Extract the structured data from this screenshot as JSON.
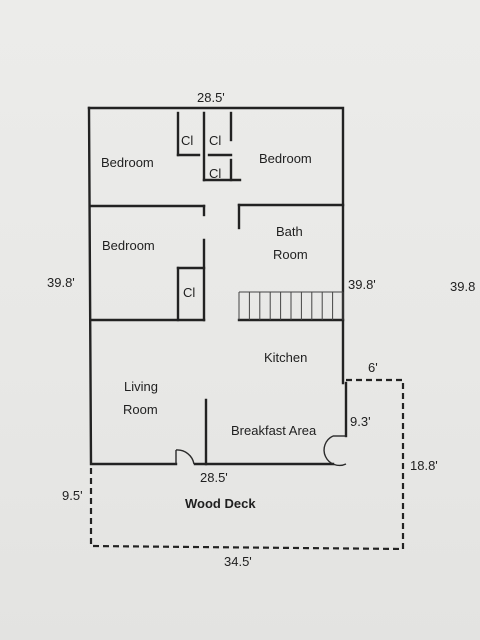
{
  "plan": {
    "rooms": {
      "bedroom_1": "Bedroom",
      "bedroom_2": "Bedroom",
      "bedroom_3": "Bedroom",
      "bath_line1": "Bath",
      "bath_line2": "Room",
      "kitchen": "Kitchen",
      "living_line1": "Living",
      "living_line2": "Room",
      "breakfast": "Breakfast Area",
      "deck": "Wood Deck"
    },
    "closets": [
      "Cl",
      "Cl",
      "Cl",
      "Cl"
    ],
    "dimensions": {
      "top_width": "28.5'",
      "left_height": "39.8'",
      "inner_right_height": "39.8'",
      "far_right_height": "39.8",
      "bump_width": "6'",
      "bump_height": "9.3'",
      "bottom_width": "28.5'",
      "deck_left": "9.5'",
      "deck_right": "18.8'",
      "deck_bottom": "34.5'"
    },
    "stair_treads": 10
  }
}
